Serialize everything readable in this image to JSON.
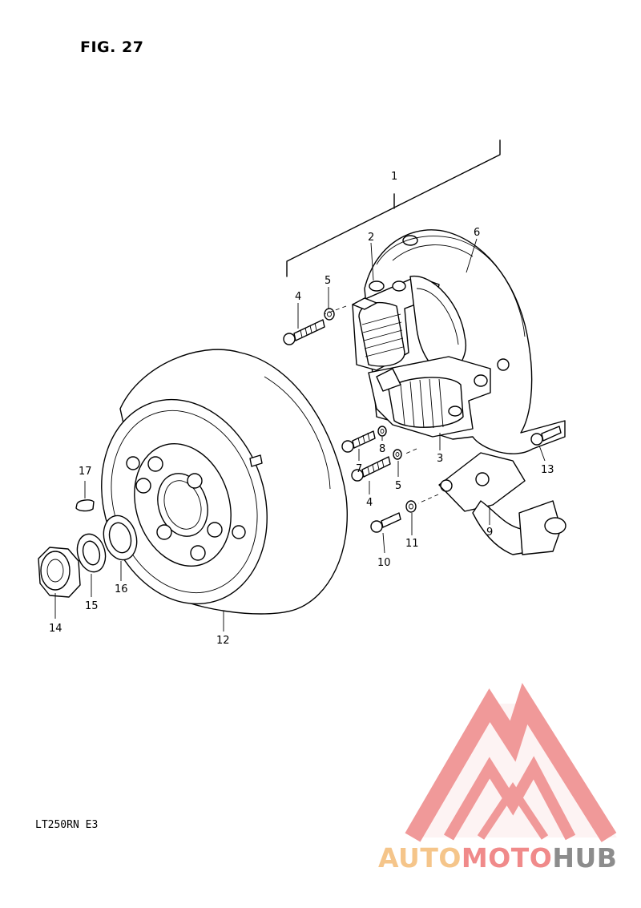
{
  "figure": {
    "title": "FIG. 27",
    "model_code": "LT250RN  E3"
  },
  "watermark": {
    "text": "AUTOMOTOHUB",
    "text_parts": [
      "AUTO",
      "MOTO",
      "HUB"
    ],
    "colors": {
      "logo": "#f08a8a",
      "auto": "#f5c58a",
      "moto": "#f08a8a",
      "hub": "#8c8c8c"
    }
  },
  "callouts": [
    {
      "id": "1",
      "label": "1"
    },
    {
      "id": "2",
      "label": "2"
    },
    {
      "id": "3",
      "label": "3"
    },
    {
      "id": "4a",
      "label": "4"
    },
    {
      "id": "4b",
      "label": "4"
    },
    {
      "id": "5a",
      "label": "5"
    },
    {
      "id": "5b",
      "label": "5"
    },
    {
      "id": "6",
      "label": "6"
    },
    {
      "id": "7",
      "label": "7"
    },
    {
      "id": "8",
      "label": "8"
    },
    {
      "id": "9",
      "label": "9"
    },
    {
      "id": "10",
      "label": "10"
    },
    {
      "id": "11",
      "label": "11"
    },
    {
      "id": "12",
      "label": "12"
    },
    {
      "id": "13",
      "label": "13"
    },
    {
      "id": "14",
      "label": "14"
    },
    {
      "id": "15",
      "label": "15"
    },
    {
      "id": "16",
      "label": "16"
    },
    {
      "id": "17",
      "label": "17"
    }
  ]
}
